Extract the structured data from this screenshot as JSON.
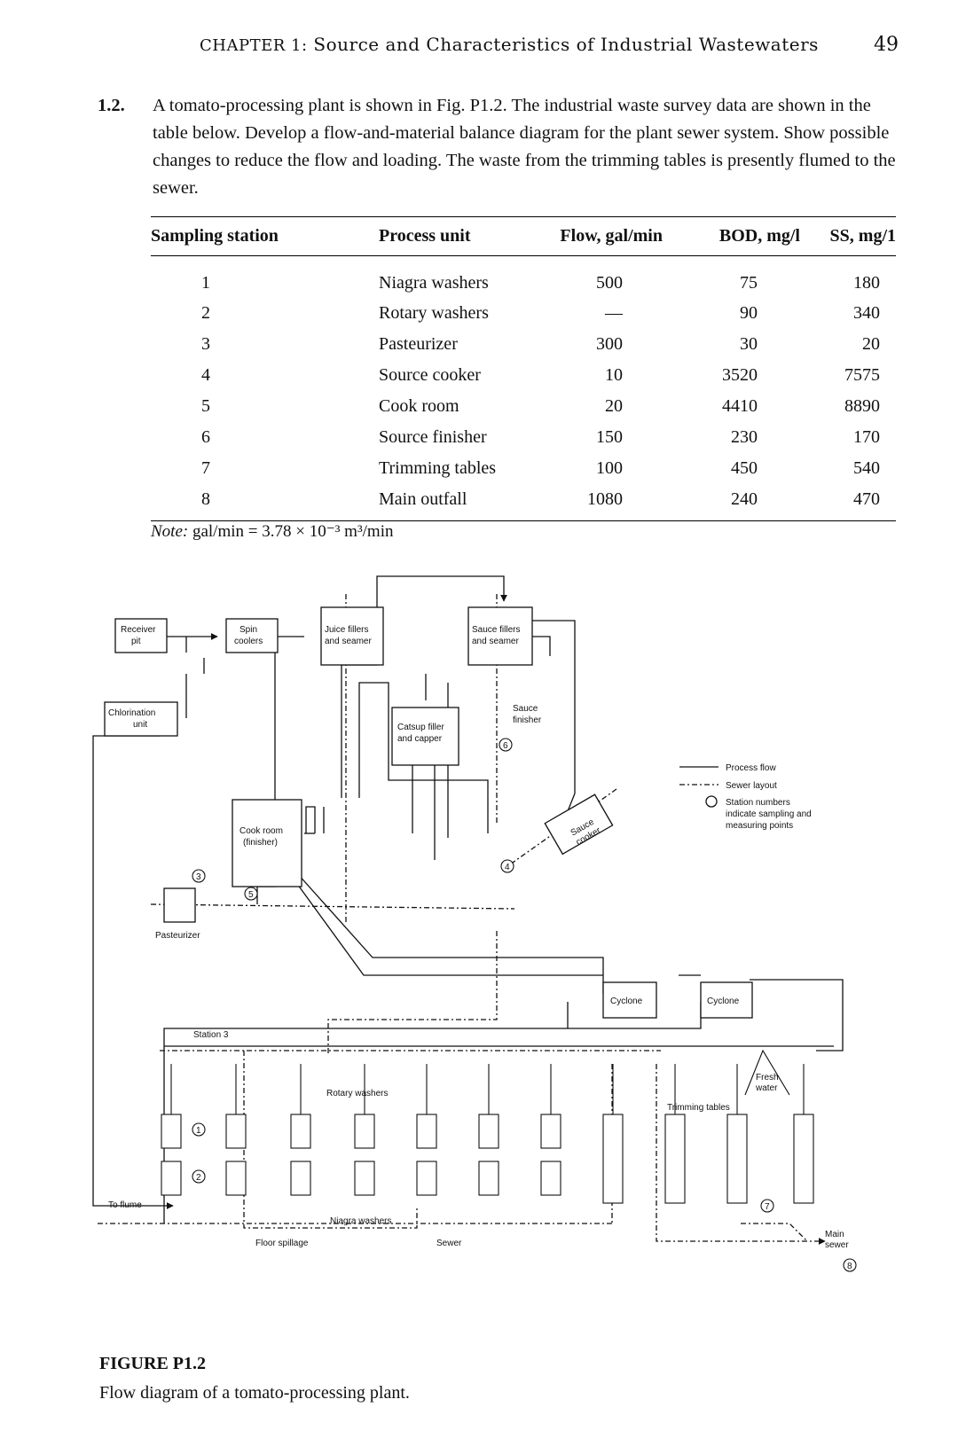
{
  "header": {
    "chapter_prefix": "CHAPTER 1:",
    "chapter_title": "Source and Characteristics of Industrial Wastewaters",
    "page_number": "49"
  },
  "problem": {
    "number": "1.2.",
    "text": "A tomato-processing plant is shown in Fig. P1.2. The industrial waste survey data are shown in the table below. Develop a flow-and-material balance diagram for the plant sewer system. Show possible changes to reduce the flow and loading. The waste from the trimming tables is presently flumed to the sewer."
  },
  "table": {
    "headers": [
      "Sampling station",
      "Process unit",
      "Flow, gal/min",
      "BOD, mg/l",
      "SS, mg/1"
    ],
    "rows": [
      [
        "1",
        "Niagra washers",
        "500",
        "75",
        "180"
      ],
      [
        "2",
        "Rotary washers",
        "—",
        "90",
        "340"
      ],
      [
        "3",
        "Pasteurizer",
        "300",
        "30",
        "20"
      ],
      [
        "4",
        "Source cooker",
        "10",
        "3520",
        "7575"
      ],
      [
        "5",
        "Cook room",
        "20",
        "4410",
        "8890"
      ],
      [
        "6",
        "Source finisher",
        "150",
        "230",
        "170"
      ],
      [
        "7",
        "Trimming tables",
        "100",
        "450",
        "540"
      ],
      [
        "8",
        "Main outfall",
        "1080",
        "240",
        "470"
      ]
    ],
    "note_label": "Note:",
    "note_text": "gal/min = 3.78 × 10⁻³ m³/min"
  },
  "diagram": {
    "receiver_pit": [
      "Receiver",
      "pit"
    ],
    "spin_coolers": [
      "Spin",
      "coolers"
    ],
    "juice_fillers": [
      "Juice fillers",
      "and seamer"
    ],
    "sauce_fillers": [
      "Sauce fillers",
      "and seamer"
    ],
    "chlorination": [
      "Chlorination",
      "unit"
    ],
    "catsup_filler": [
      "Catsup filler",
      "and capper"
    ],
    "sauce_finisher": [
      "Sauce",
      "finisher"
    ],
    "cook_room": [
      "Cook room",
      "(finisher)"
    ],
    "sauce_cooker": [
      "Sauce",
      "cooker"
    ],
    "pasteurizer": "Pasteurizer",
    "cyclone_1": "Cyclone",
    "cyclone_2": "Cyclone",
    "station_3": "Station 3",
    "rotary_washers": "Rotary washers",
    "trimming_tables": "Trimming tables",
    "fresh_water": [
      "Fresh",
      "water"
    ],
    "to_flume": "To flume",
    "niagra_washers": "Niagra washers",
    "floor_spillage": "Floor spillage",
    "sewer": "Sewer",
    "main_sewer": [
      "Main",
      "sewer"
    ],
    "stations": [
      "1",
      "2",
      "3",
      "4",
      "5",
      "6",
      "7",
      "8"
    ],
    "legend": {
      "process_flow": "Process flow",
      "sewer_layout": "Sewer layout",
      "station_numbers": [
        "Station numbers",
        "indicate sampling and",
        "measuring points"
      ]
    }
  },
  "figure": {
    "label": "FIGURE P1.2",
    "caption": "Flow diagram of a tomato-processing plant."
  }
}
